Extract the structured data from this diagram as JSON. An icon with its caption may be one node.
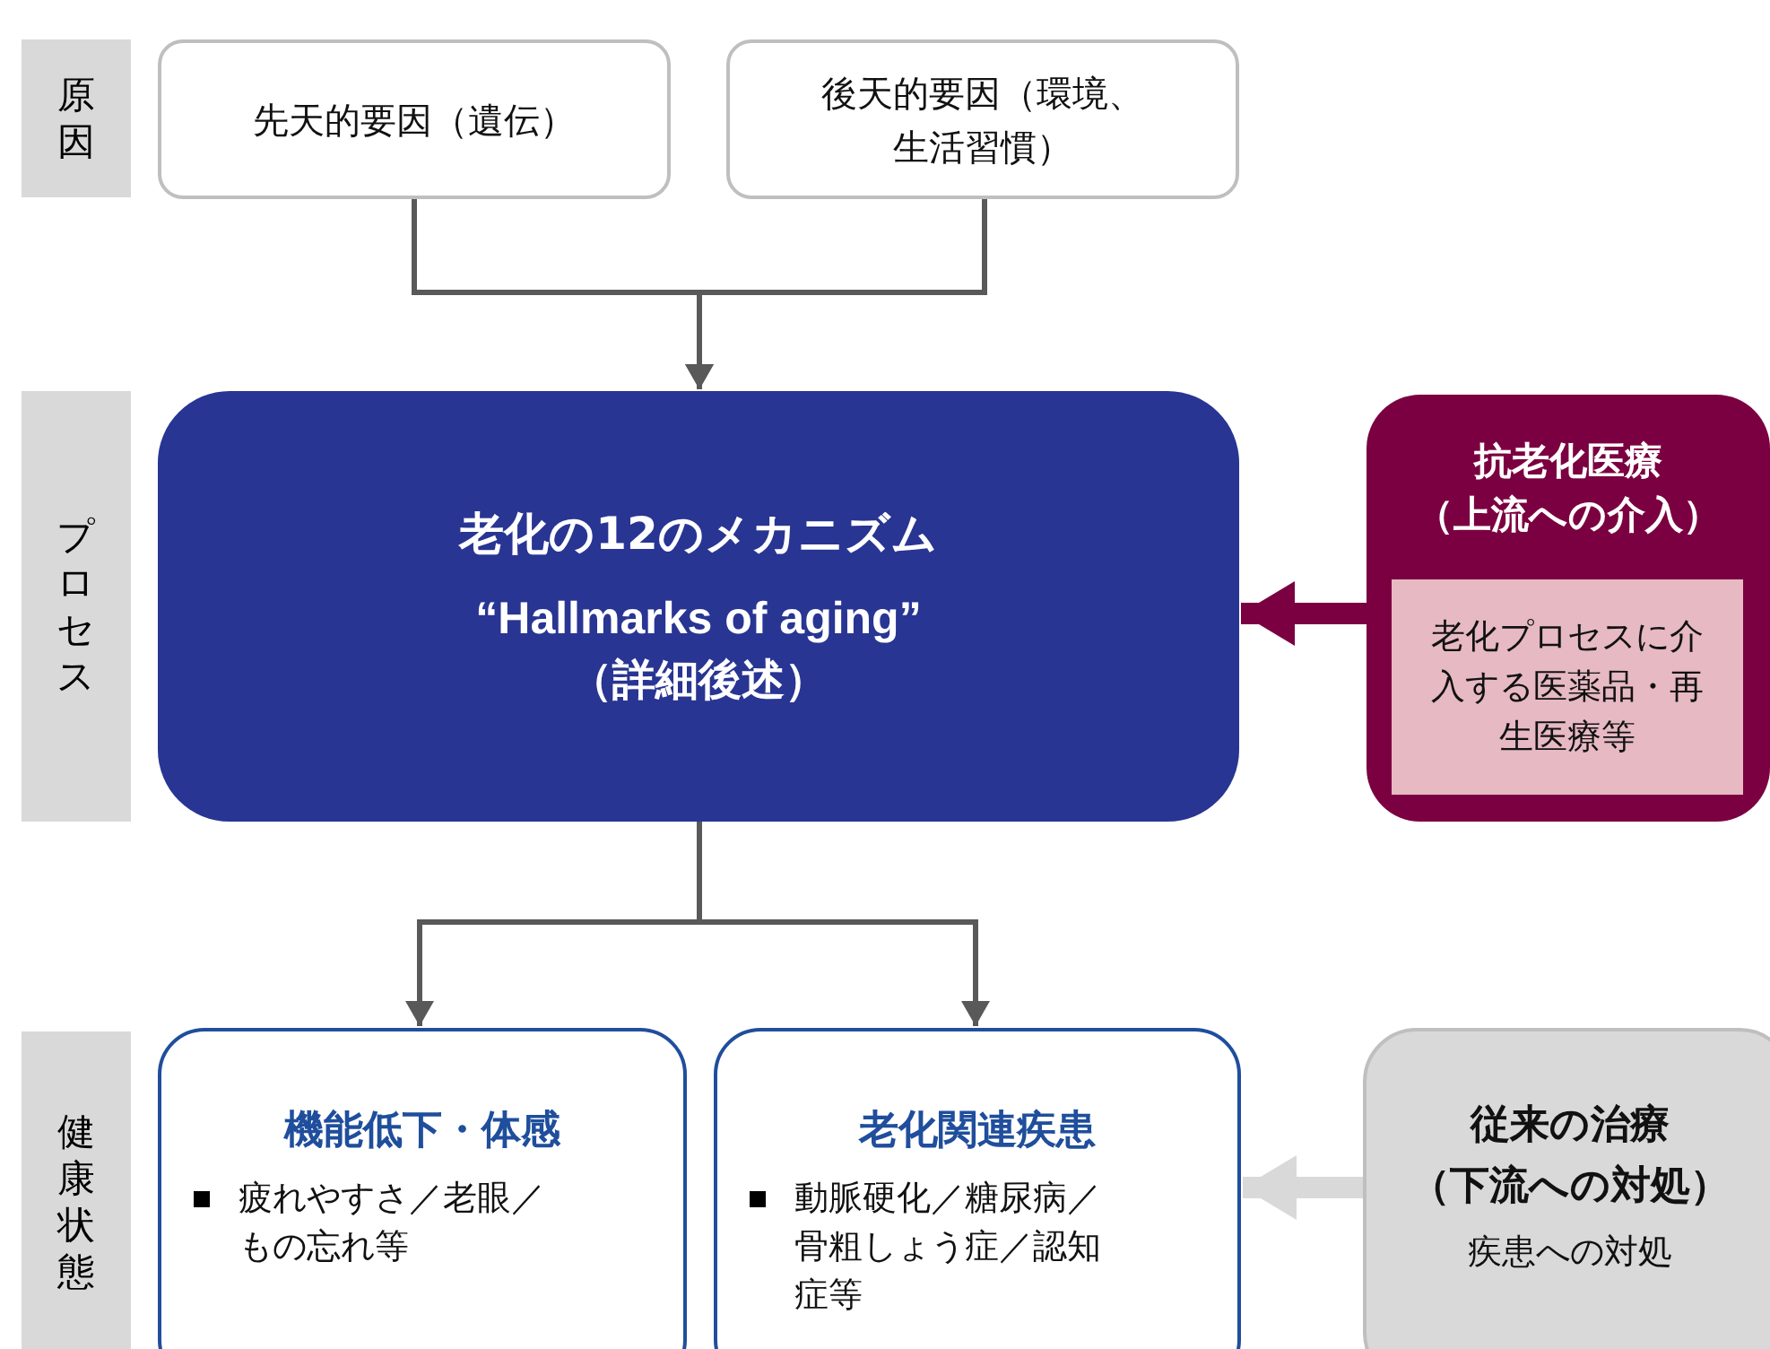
{
  "diagram": {
    "nodes": [
      {
        "text": [
          "原因"
        ]
      },
      {
        "text": [
          "先天的要因（遺伝）"
        ]
      },
      {
        "text": [
          "後天的要因（環境、生活習慣）"
        ]
      },
      {
        "text": [
          "プロセス"
        ]
      },
      {
        "text": [
          "老化の12のメカニズム",
          "“Hallmarks of aging”",
          "（詳細後述）"
        ]
      },
      {
        "text": [
          "抗老化医療（上流への介入）"
        ]
      },
      {
        "text": [
          "老化プロセスに介入する医薬品・再生医療等"
        ],
        "in": 5
      },
      {
        "text": [
          "健康状態"
        ]
      },
      {
        "text": [
          "機能低下・体感",
          "疲れやすさ／老眼／もの忘れ等"
        ]
      },
      {
        "text": [
          "老化関連疾患",
          "動脈硬化／糖尿病／骨粗しょう症／認知症等"
        ]
      },
      {
        "text": [
          "従来の治療（下流への対処）",
          "疾患への対処"
        ]
      }
    ],
    "edges": [
      {
        "from": 1,
        "to": 4,
        "arrow": "to"
      },
      {
        "from": 2,
        "to": 4,
        "arrow": "to"
      },
      {
        "from": 5,
        "to": 4,
        "arrow": "to",
        "style": "thick",
        "color": "#7b0041"
      },
      {
        "from": 4,
        "to": 8,
        "arrow": "to"
      },
      {
        "from": 4,
        "to": 9,
        "arrow": "to"
      },
      {
        "from": 10,
        "to": 9,
        "arrow": "to",
        "style": "thick",
        "color": "#d9d9d9"
      }
    ]
  }
}
